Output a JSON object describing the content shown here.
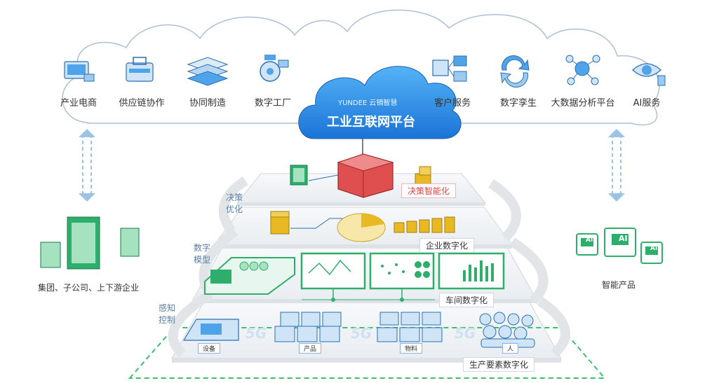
{
  "services": [
    {
      "label": "产业电商",
      "icon": "monitor-ecommerce-icon"
    },
    {
      "label": "供应链协作",
      "icon": "toolbox-supply-chain-icon"
    },
    {
      "label": "协同制造",
      "icon": "stacked-panels-icon"
    },
    {
      "label": "数字工厂",
      "icon": "gear-factory-icon"
    },
    {
      "label": "客户服务",
      "icon": "network-service-icon"
    },
    {
      "label": "数字孪生",
      "icon": "twin-arrows-icon"
    },
    {
      "label": "大数据分析平台",
      "icon": "data-molecule-icon"
    },
    {
      "label": "AI服务",
      "icon": "ai-eye-icon"
    }
  ],
  "platform": {
    "brand": "YUNDEE 云镝智慧",
    "title": "工业互联网平台"
  },
  "layers": {
    "decision": "决策智能化",
    "enterprise": "企业数字化",
    "workshop": "车间数字化",
    "production": "生产要素数字化"
  },
  "loop_labels": {
    "decision": "决策\n优化",
    "model": "数字\n模型",
    "sense": "感知\n控制"
  },
  "left_group": "集团、子公司、上下游企业",
  "right_group": "智能产品",
  "element_tags": {
    "equipment": "设备",
    "product": "产品",
    "material": "物料",
    "people": "人"
  },
  "fiveg": "5G",
  "product_badge": "AI",
  "colors": {
    "cloud_blue": "#2b8ce6",
    "accent_green": "#2eae6b",
    "red": "#e04f4f",
    "gold": "#e8b923"
  }
}
